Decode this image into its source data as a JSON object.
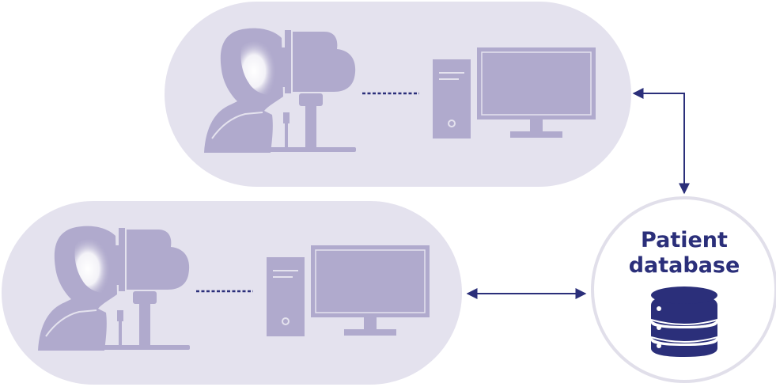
{
  "database": {
    "title_line1": "Patient",
    "title_line2": "database"
  },
  "colors": {
    "panel_fill": "#e4e2ee",
    "device_fill": "#b0aacd",
    "accent": "#2b2f7a",
    "circle_stroke": "#e1dfea"
  },
  "icons": [
    "person-icon",
    "eye-scanner-icon",
    "computer-tower-icon",
    "monitor-icon",
    "database-icon",
    "bidirectional-arrow"
  ]
}
